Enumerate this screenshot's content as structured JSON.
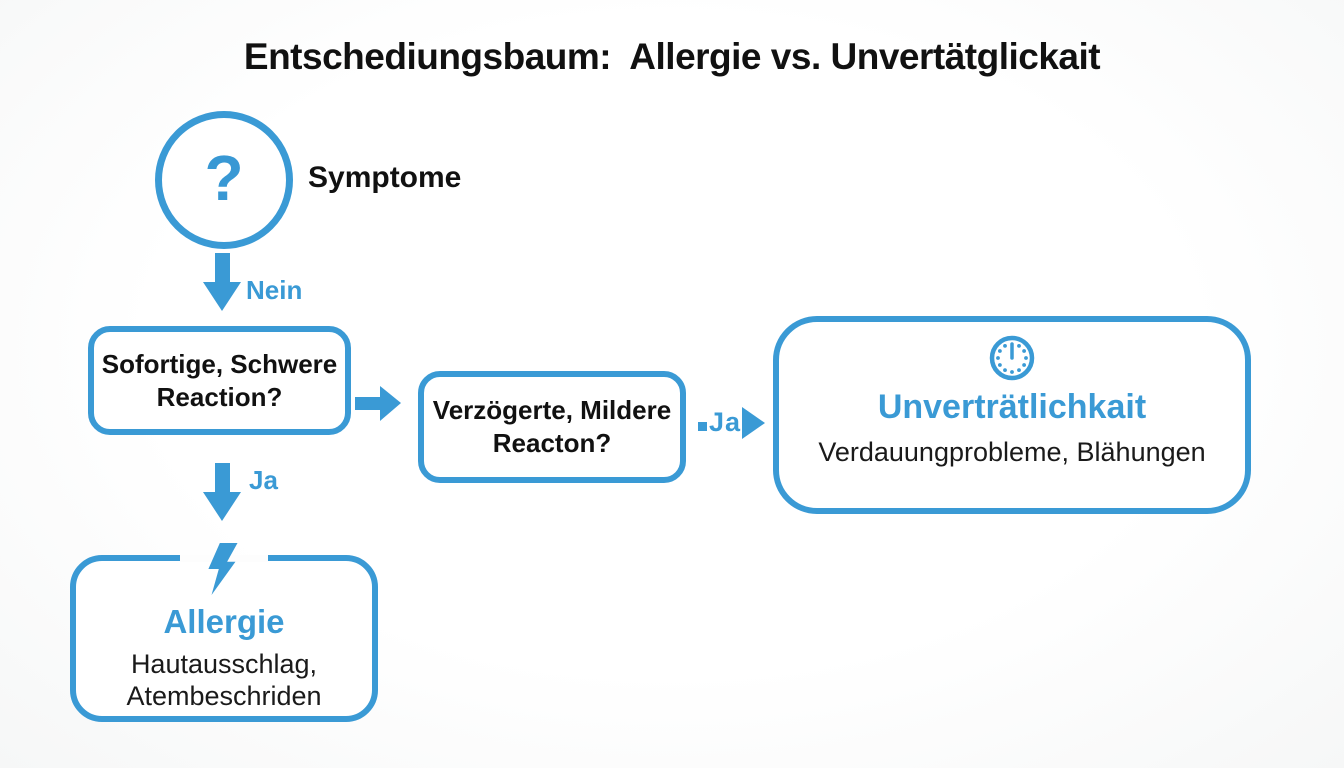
{
  "title": "Entschediungsbaum:  Allergie vs. Unvertätglickait",
  "colors": {
    "accent_blue": "#3A9AD5",
    "text_black": "#111111",
    "background": "#FDFDFD",
    "node_fill": "#FFFFFF"
  },
  "diagram": {
    "symptome": {
      "icon": "question-mark-icon",
      "glyph": "?",
      "label": "Symptome"
    },
    "edge_nein": {
      "label": "Nein"
    },
    "sofortige_box": {
      "line1": "Sofortige, Schwere",
      "line2": "Reaction?"
    },
    "verzoegerte_box": {
      "line1": "Verzögerte, Mildere",
      "line2": "Reacton?"
    },
    "edge_ja_right": {
      "label": "Ja"
    },
    "unvertraeglichkeit_box": {
      "icon": "clock-icon",
      "title": "Unverträtlichkait",
      "subtitle": "Verdauungprobleme, Blähungen"
    },
    "edge_ja_down": {
      "label": "Ja"
    },
    "allergie_box": {
      "icon": "lightning-icon",
      "title": "Allergie",
      "line1": "Hautausschlag,",
      "line2": "Atembeschriden"
    }
  }
}
